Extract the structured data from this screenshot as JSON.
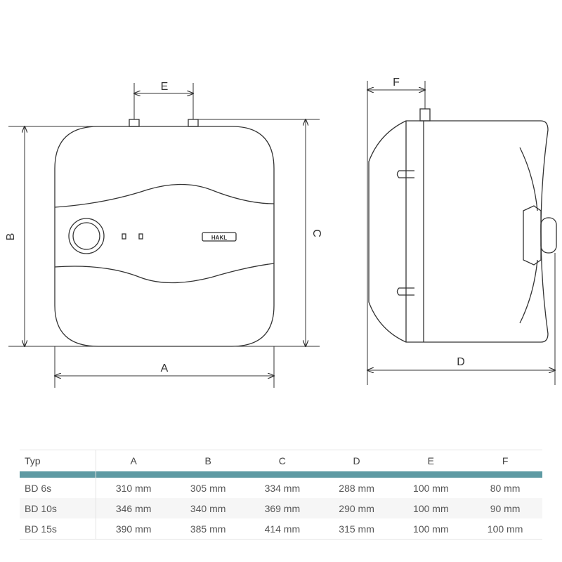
{
  "diagram": {
    "labels": {
      "A": "A",
      "B": "B",
      "C": "C",
      "D": "D",
      "E": "E",
      "F": "F"
    },
    "logo_text": "HAKL"
  },
  "table": {
    "headers": [
      "Typ",
      "A",
      "B",
      "C",
      "D",
      "E",
      "F"
    ],
    "rows": [
      [
        "BD 6s",
        "310 mm",
        "305 mm",
        "334 mm",
        "288 mm",
        "100 mm",
        "80 mm"
      ],
      [
        "BD 10s",
        "346 mm",
        "340 mm",
        "369 mm",
        "290 mm",
        "100 mm",
        "90 mm"
      ],
      [
        "BD 15s",
        "390 mm",
        "385 mm",
        "414 mm",
        "315 mm",
        "100 mm",
        "100 mm"
      ]
    ],
    "accent_color": "#5e9aa3"
  }
}
